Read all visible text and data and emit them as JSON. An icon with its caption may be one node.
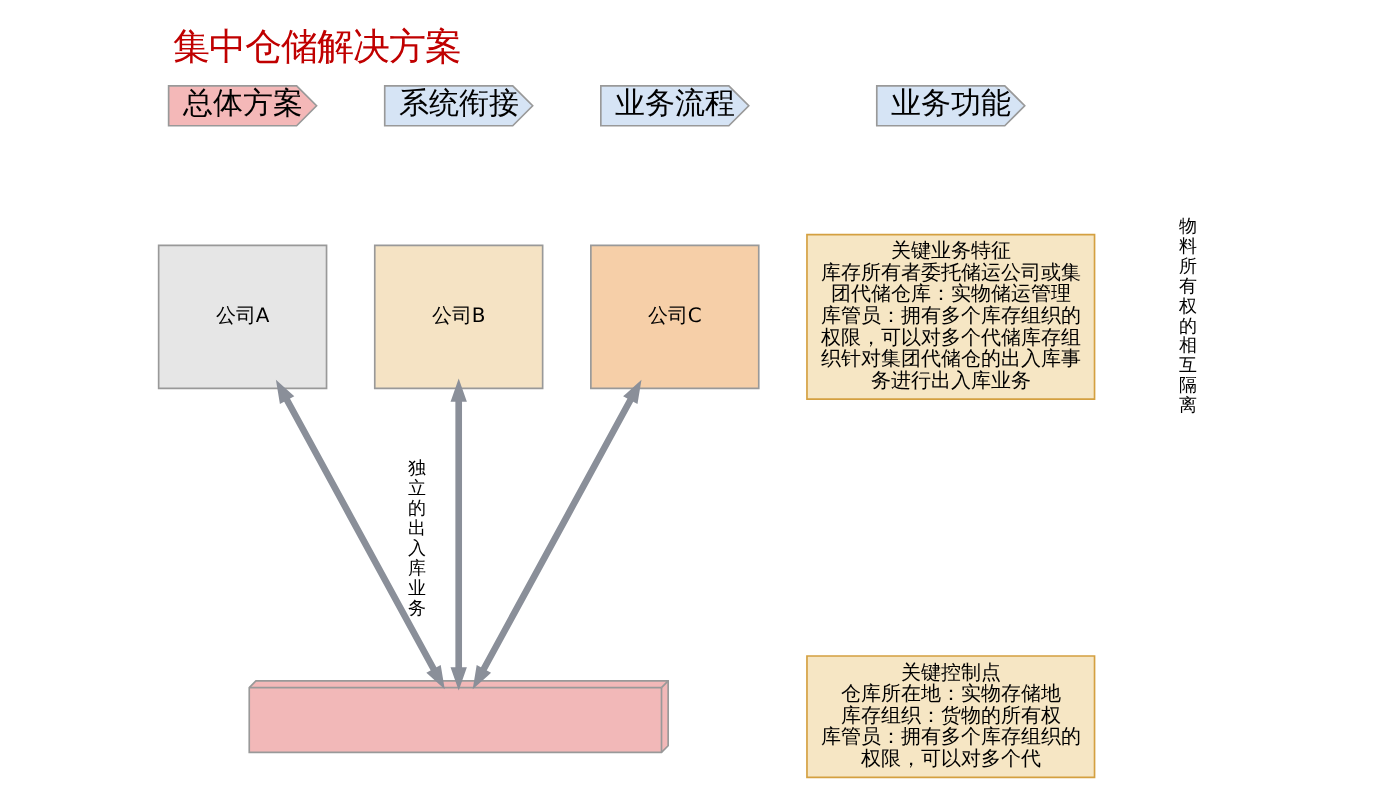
{
  "diagram": {
    "title": "集中仓储解决方案",
    "nodes": [
      {
        "text": [
          "总体方案"
        ]
      },
      {
        "text": [
          "系统衔接"
        ]
      },
      {
        "text": [
          "业务流程"
        ]
      },
      {
        "text": [
          "业务功能"
        ]
      },
      {
        "text": [
          "公司A"
        ]
      },
      {
        "text": [
          "公司B"
        ]
      },
      {
        "text": [
          "公司C"
        ]
      },
      {
        "text": [],
        "shape": "picture"
      },
      {
        "text": [
          "关键业务特征",
          "库存所有者委托储运公司或集团代储仓库：实物储运管理",
          "库管员：拥有多个库存组织的权限，可以对多个代储库存组织针对集团代储仓的出入库事务进行出入库业务"
        ]
      },
      {
        "text": [
          "关键控制点",
          "仓库所在地：实物存储地",
          "库存组织：货物的所有权",
          "库管员：拥有多个库存组织的权限，可以对多个代"
        ]
      }
    ],
    "edges": [
      {
        "from": 4,
        "to": 7,
        "arrow": "both",
        "label": "独立的出入库业务"
      },
      {
        "from": 5,
        "to": 7,
        "arrow": "both"
      },
      {
        "from": 6,
        "to": 7,
        "arrow": "both"
      }
    ],
    "labels": [
      "物料所有权的相互隔离"
    ]
  }
}
